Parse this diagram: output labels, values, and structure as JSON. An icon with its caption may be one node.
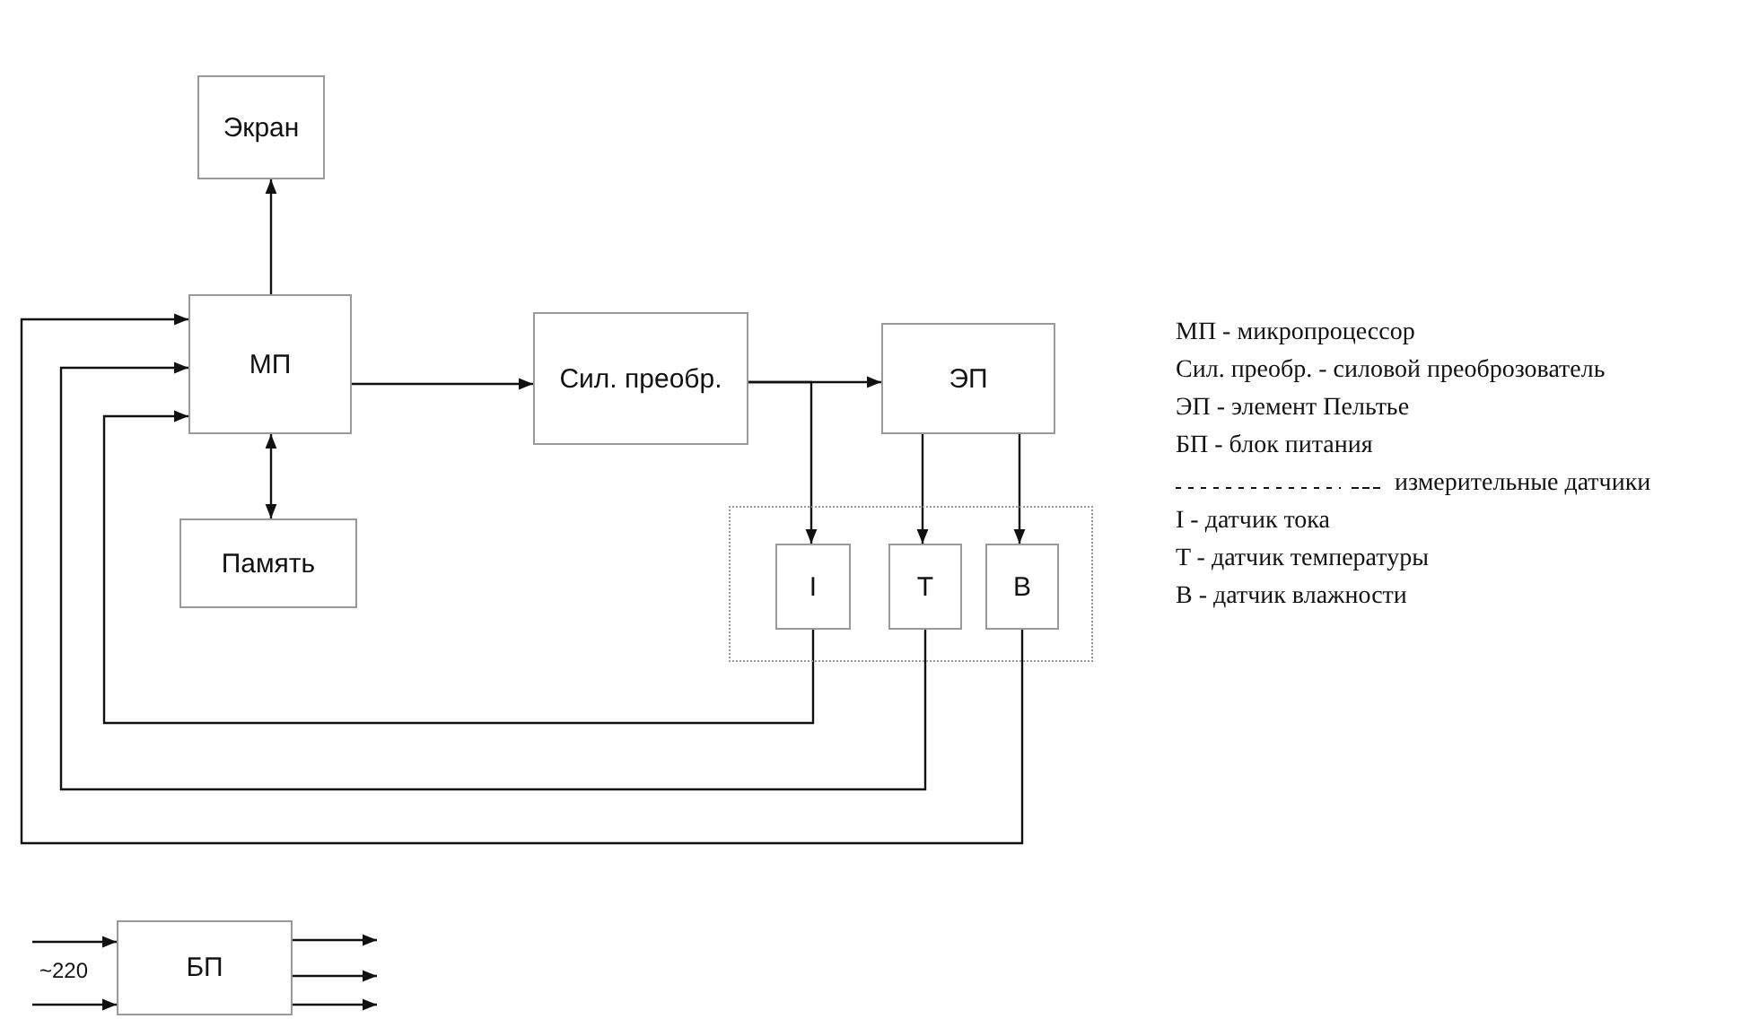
{
  "diagram": {
    "nodes": [
      {
        "text": [
          "Экран"
        ]
      },
      {
        "text": [
          "МП"
        ]
      },
      {
        "text": [
          "Сил. преобр."
        ]
      },
      {
        "text": [
          "ЭП"
        ]
      },
      {
        "text": [
          "Память"
        ]
      },
      {
        "text": [],
        "shape": "box"
      },
      {
        "text": [
          "I"
        ],
        "in": 5
      },
      {
        "text": [
          "T"
        ],
        "in": 5
      },
      {
        "text": [
          "B"
        ],
        "in": 5
      },
      {
        "text": [
          "БП"
        ]
      }
    ],
    "edges": [
      {
        "from": 1,
        "to": 0,
        "arrow": "to"
      },
      {
        "from": 1,
        "to": 2,
        "arrow": "to"
      },
      {
        "from": 2,
        "to": 3,
        "arrow": "to"
      },
      {
        "from": 2,
        "to": 6,
        "arrow": "to"
      },
      {
        "from": 3,
        "to": 7,
        "arrow": "to"
      },
      {
        "from": 3,
        "to": 8,
        "arrow": "to"
      },
      {
        "from": 1,
        "to": 4,
        "arrow": "both"
      },
      {
        "from": 6,
        "to": 1,
        "arrow": "to"
      },
      {
        "from": 7,
        "to": 1,
        "arrow": "to"
      },
      {
        "from": 8,
        "to": 1,
        "arrow": "to"
      },
      {
        "from": null,
        "to": 9,
        "arrow": "to"
      },
      {
        "from": null,
        "to": 9,
        "arrow": "to"
      },
      {
        "from": 9,
        "to": null,
        "arrow": "to"
      },
      {
        "from": 9,
        "to": null,
        "arrow": "to"
      },
      {
        "from": 9,
        "to": null,
        "arrow": "to"
      }
    ],
    "labels": [
      "МП - микропроцессор",
      "Сил. преобр. - силовой преоброзователь",
      "ЭП - элемент Пельтье",
      "БП - блок питания",
      "I - датчик тока",
      "T - датчик температуры",
      "B - датчик влажности",
      "~220"
    ],
    "legend": [
      {
        "text": "измерительные датчики"
      }
    ]
  }
}
